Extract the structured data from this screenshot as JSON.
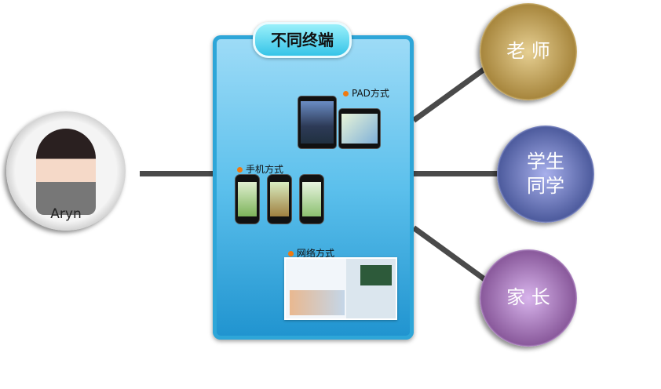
{
  "panel": {
    "title": "不同终端",
    "pad_label": "PAD方式",
    "phone_label": "手机方式",
    "web_label": "网络方式"
  },
  "avatar": {
    "name": "Aryn"
  },
  "roles": [
    {
      "label": "老 师",
      "color": "#b89a50"
    },
    {
      "label": "学生\n同学",
      "color": "#6f7fc4"
    },
    {
      "label": "家 长",
      "color": "#a070b8"
    }
  ]
}
